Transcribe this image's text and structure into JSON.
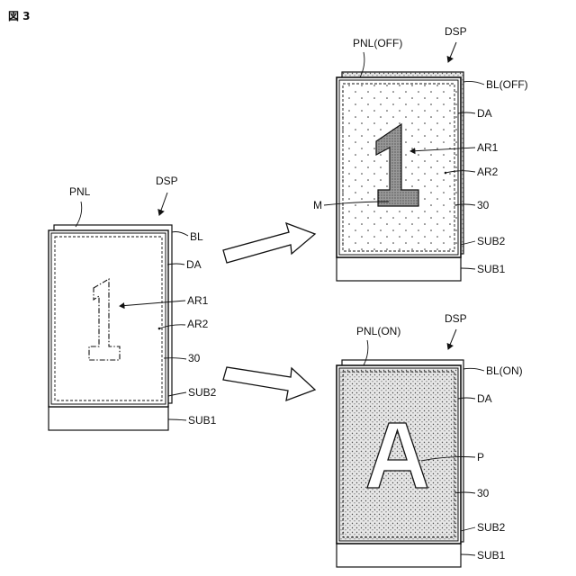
{
  "figure_number": "図 3",
  "left": {
    "pnl": "PNL",
    "dsp": "DSP",
    "bl": "BL",
    "da": "DA",
    "ar1": "AR1",
    "ar2": "AR2",
    "ref30": "30",
    "sub2": "SUB2",
    "sub1": "SUB1",
    "glyph": "1"
  },
  "top_right": {
    "pnl": "PNL(OFF)",
    "dsp": "DSP",
    "bl": "BL(OFF)",
    "da": "DA",
    "ar1": "AR1",
    "ar2": "AR2",
    "m": "M",
    "ref30": "30",
    "sub2": "SUB2",
    "sub1": "SUB1",
    "glyph": "1"
  },
  "bottom_right": {
    "pnl": "PNL(ON)",
    "dsp": "DSP",
    "bl": "BL(ON)",
    "da": "DA",
    "p": "P",
    "ref30": "30",
    "sub2": "SUB2",
    "sub1": "SUB1",
    "glyph": "A"
  }
}
